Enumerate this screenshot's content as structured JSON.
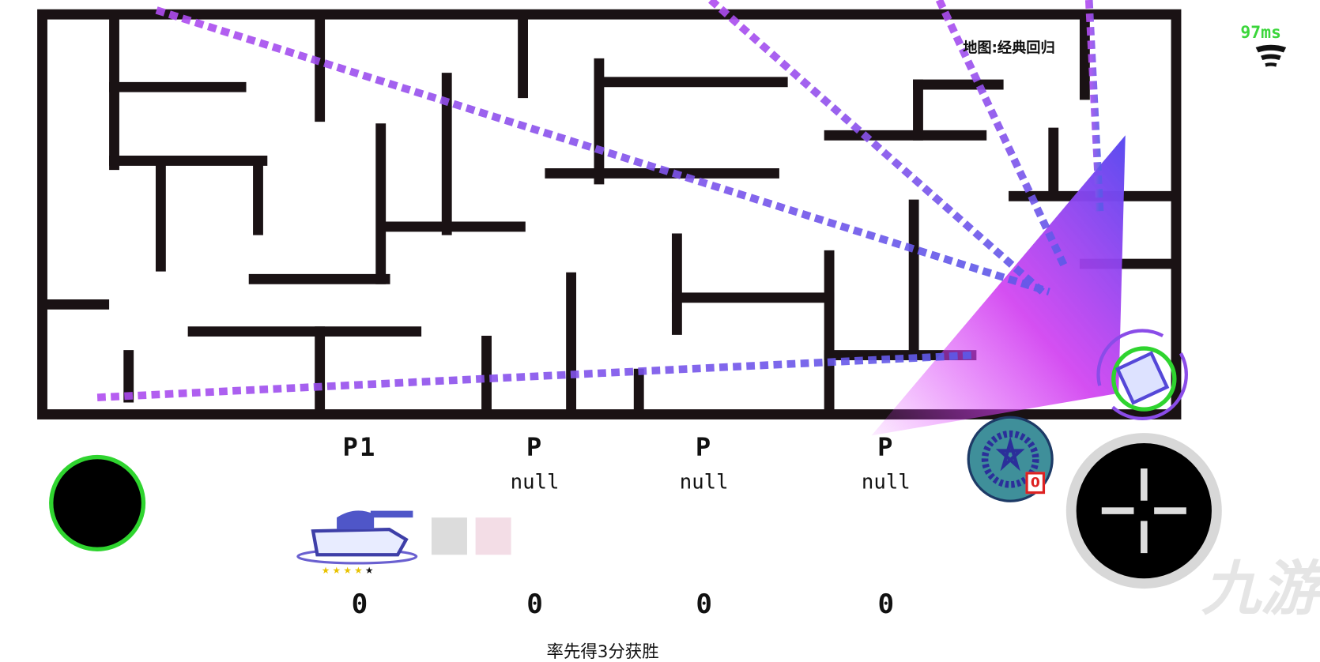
{
  "hud": {
    "map_name": "地图:经典回归",
    "ping": "97ms",
    "ping_color": "#3bd63b",
    "win_rule": "率先得3分获胜",
    "watermark": "九游"
  },
  "players": [
    {
      "label": "P1",
      "name": "",
      "score": "0",
      "rank_stars": 4
    },
    {
      "label": "P",
      "name": "null",
      "score": "0"
    },
    {
      "label": "P",
      "name": "null",
      "score": "0"
    },
    {
      "label": "P",
      "name": "null",
      "score": "0"
    }
  ],
  "skill": {
    "count": "0"
  },
  "colors": {
    "wall": "#1a1214",
    "trail": "#9b3ff0",
    "joystick_ring": "#2fd42f",
    "skill_bg": "#3f8f9a"
  }
}
